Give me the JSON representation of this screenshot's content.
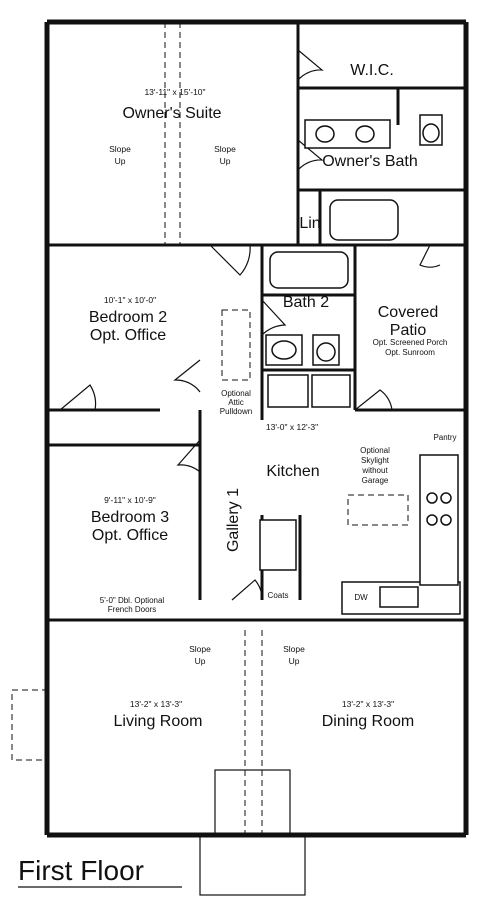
{
  "plan": {
    "title": "First Floor",
    "rooms": {
      "owners_suite": {
        "dim": "13'-11\" x 15'-10\"",
        "name": "Owner's Suite"
      },
      "wic": {
        "name": "W.I.C."
      },
      "owners_bath": {
        "name": "Owner's Bath"
      },
      "lin": {
        "name": "Lin"
      },
      "bath2": {
        "name": "Bath 2"
      },
      "patio": {
        "name1": "Covered",
        "name2": "Patio",
        "note1": "Opt. Screened Porch",
        "note2": "Opt. Sunroom"
      },
      "bedroom2": {
        "dim": "10'-1\" x 10'-0\"",
        "name1": "Bedroom 2",
        "name2": "Opt. Office"
      },
      "attic": {
        "line1": "Optional",
        "line2": "Attic",
        "line3": "Pulldown"
      },
      "kitchen": {
        "dim": "13'-0\" x 12'-3\"",
        "name": "Kitchen"
      },
      "skylight": {
        "line1": "Optional",
        "line2": "Skylight",
        "line3": "without",
        "line4": "Garage"
      },
      "pantry": {
        "name": "Pantry"
      },
      "bedroom3": {
        "dim": "9'-11\" x 10'-9\"",
        "name1": "Bedroom 3",
        "name2": "Opt. Office"
      },
      "french_doors": {
        "line1": "5'-0\" Dbl. Optional",
        "line2": "French Doors"
      },
      "gallery": {
        "name": "Gallery 1"
      },
      "coats": {
        "name": "Coats"
      },
      "dw": {
        "name": "DW"
      },
      "living": {
        "dim": "13'-2\" x 13'-3\"",
        "name": "Living Room"
      },
      "dining": {
        "dim": "13'-2\" x 13'-3\"",
        "name": "Dining Room"
      }
    },
    "slope": {
      "word1": "Slope",
      "word2": "Up"
    }
  }
}
